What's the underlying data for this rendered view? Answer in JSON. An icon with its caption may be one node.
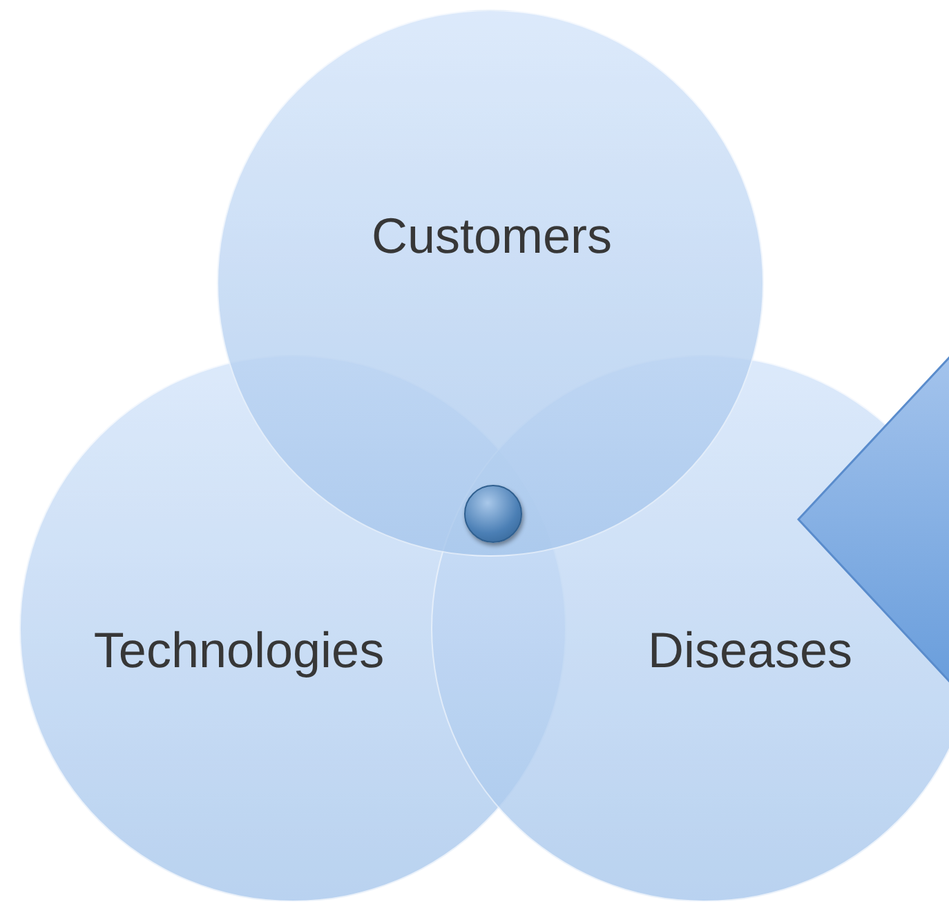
{
  "diagram": {
    "nodes": [
      {
        "text": [
          "Customers"
        ]
      },
      {
        "text": [
          "Technologies"
        ]
      },
      {
        "text": [
          "Diseases"
        ]
      },
      {
        "text": [],
        "shape": "circle"
      },
      {
        "text": [],
        "shape": "diamond"
      }
    ]
  }
}
